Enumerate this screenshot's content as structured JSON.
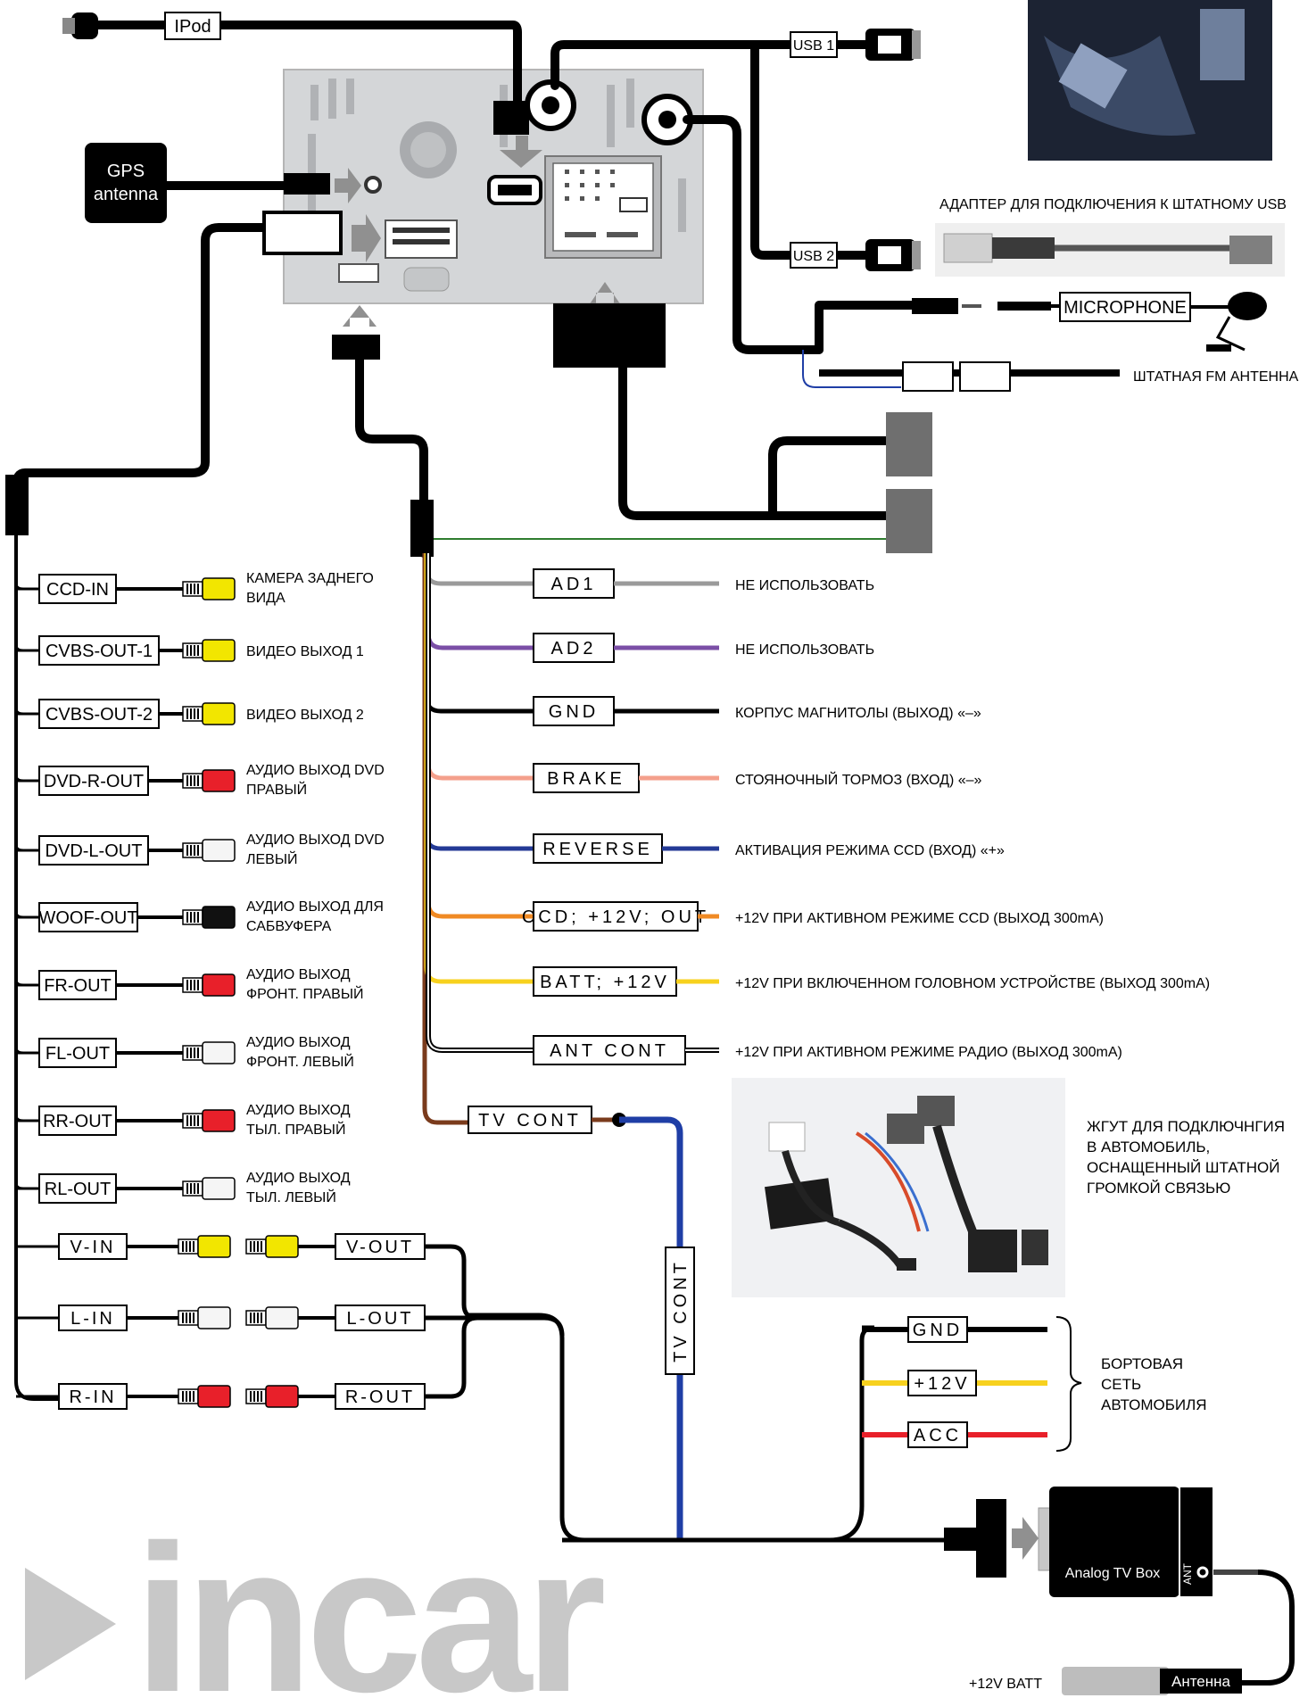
{
  "top": {
    "ipod_label": "IPod",
    "usb1_label": "USB 1",
    "usb2_label": "USB 2",
    "gps_label_line1": "GPS",
    "gps_label_line2": "antenna",
    "usb_adapter_caption": "АДАПТЕР ДЛЯ ПОДКЛЮЧЕНИЯ К ШТАТНОМУ USB",
    "microphone_label": "MICROPHONE",
    "fm_antenna_caption": "ШТАТНАЯ FM АНТЕННА"
  },
  "left_outputs": [
    {
      "label": "CCD-IN",
      "plug_color": "#f2e600",
      "desc1": "КАМЕРА ЗАДНЕГО",
      "desc2": "ВИДА"
    },
    {
      "label": "CVBS-OUT-1",
      "plug_color": "#f2e600",
      "desc1": "ВИДЕО ВЫХОД 1",
      "desc2": ""
    },
    {
      "label": "CVBS-OUT-2",
      "plug_color": "#f2e600",
      "desc1": "ВИДЕО ВЫХОД 2",
      "desc2": ""
    },
    {
      "label": "DVD-R-OUT",
      "plug_color": "#e8202a",
      "desc1": "АУДИО ВЫХОД DVD",
      "desc2": "ПРАВЫЙ"
    },
    {
      "label": "DVD-L-OUT",
      "plug_color": "#f5f5f5",
      "desc1": "АУДИО ВЫХОД DVD",
      "desc2": "ЛЕВЫЙ"
    },
    {
      "label": "WOOF-OUT",
      "plug_color": "#111111",
      "desc1": "АУДИО ВЫХОД ДЛЯ",
      "desc2": "САБВУФЕРА"
    },
    {
      "label": "FR-OUT",
      "plug_color": "#e8202a",
      "desc1": "АУДИО ВЫХОД",
      "desc2": "ФРОНТ. ПРАВЫЙ"
    },
    {
      "label": "FL-OUT",
      "plug_color": "#f5f5f5",
      "desc1": "АУДИО ВЫХОД",
      "desc2": "ФРОНТ. ЛЕВЫЙ"
    },
    {
      "label": "RR-OUT",
      "plug_color": "#e8202a",
      "desc1": "АУДИО ВЫХОД",
      "desc2": "ТЫЛ. ПРАВЫЙ"
    },
    {
      "label": "RL-OUT",
      "plug_color": "#f5f5f5",
      "desc1": "АУДИО ВЫХОД",
      "desc2": "ТЫЛ. ЛЕВЫЙ"
    }
  ],
  "av_pairs": [
    {
      "in_label": "V-IN",
      "out_label": "V-OUT",
      "plug_color": "#f2e600"
    },
    {
      "in_label": "L-IN",
      "out_label": "L-OUT",
      "plug_color": "#f5f5f5"
    },
    {
      "in_label": "R-IN",
      "out_label": "R-OUT",
      "plug_color": "#e8202a"
    }
  ],
  "wires": [
    {
      "label": "AD1",
      "color": "#9a9a9a",
      "desc": "НЕ ИСПОЛЬЗОВАТЬ"
    },
    {
      "label": "AD2",
      "color": "#7b4fa6",
      "desc": "НЕ ИСПОЛЬЗОВАТЬ"
    },
    {
      "label": "GND",
      "color": "#000000",
      "desc": "КОРПУС МАГНИТОЛЫ (ВЫХОД) «–»"
    },
    {
      "label": "BRAKE",
      "color": "#f4a08c",
      "desc": "СТОЯНОЧНЫЙ ТОРМОЗ (ВХОД) «–»"
    },
    {
      "label": "REVERSE",
      "color": "#243a96",
      "desc": "АКТИВАЦИЯ РЕЖИМА CCD (ВХОД) «+»"
    },
    {
      "label": "CCD; +12V; OUT",
      "color": "#f08a24",
      "desc": "+12V ПРИ АКТИВНОМ РЕЖИМЕ CCD (ВЫХОД 300mA)"
    },
    {
      "label": "BATT; +12V",
      "color": "#f7d11e",
      "desc": "+12V ПРИ ВКЛЮЧЕННОМ ГОЛОВНОМ УСТРОЙСТВЕ (ВЫХОД 300mA)"
    },
    {
      "label": "ANT CONT",
      "color": "#ffffff",
      "desc": "+12V ПРИ АКТИВНОМ РЕЖИМЕ РАДИО (ВЫХОД 300mA)"
    }
  ],
  "tv_cont_label": "TV CONT",
  "harness_caption": [
    "ЖГУТ ДЛЯ ПОДКЛЮЧНГИЯ",
    "В АВТОМОБИЛЬ,",
    "ОСНАЩЕННЫЙ  ШТАТНОЙ",
    "ГРОМКОЙ СВЯЗЬЮ"
  ],
  "power": {
    "gnd_label": "GND",
    "v12_label": "+12V",
    "acc_label": "ACC",
    "caption": [
      "БОРТОВАЯ",
      "СЕТЬ",
      "АВТОМОБИЛЯ"
    ]
  },
  "tvbox": {
    "label": "Analog TV Box",
    "ant_label": "ANT",
    "batt_label": "+12V BATT",
    "antenna_label": "Антенна"
  },
  "logo_text": "incar",
  "colors": {
    "cable": "#000000",
    "tv_blue": "#1f3ea6",
    "green": "#2f7d2f",
    "brown": "#7a3b1c",
    "connector_gray": "#6f6f6f",
    "logo_gray": "#c8c8c8"
  }
}
